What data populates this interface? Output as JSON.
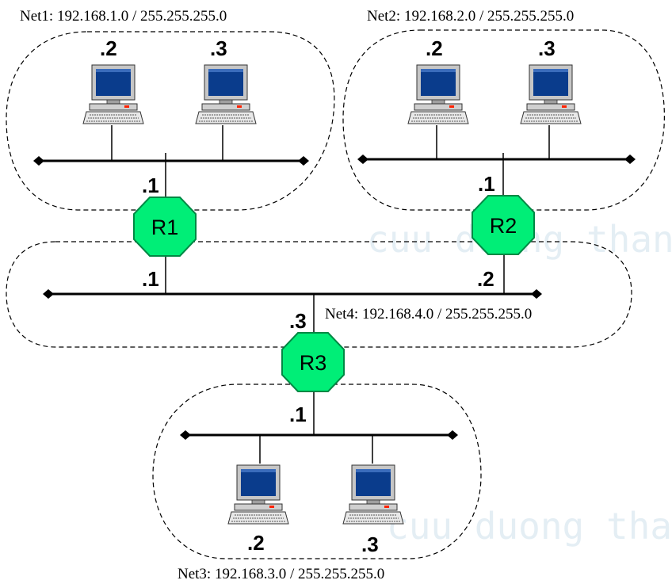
{
  "watermark": {
    "top": "cuu duong than",
    "bottom": "cuu duong than"
  },
  "networks": [
    {
      "id": "net1",
      "label": "Net1: 192.168.1.0 / 255.255.255.0",
      "interface_label": ".1",
      "hosts": [
        ".2",
        ".3"
      ]
    },
    {
      "id": "net2",
      "label": "Net2: 192.168.2.0 / 255.255.255.0",
      "interface_label": ".1",
      "hosts": [
        ".2",
        ".3"
      ]
    },
    {
      "id": "net3",
      "label": "Net3: 192.168.3.0 / 255.255.255.0",
      "interface_label": ".1",
      "hosts": [
        ".2",
        ".3"
      ]
    },
    {
      "id": "net4",
      "label": "Net4: 192.168.4.0 / 255.255.255.0",
      "interface_labels": [
        ".1",
        ".2",
        ".3"
      ],
      "hosts": []
    }
  ],
  "routers": [
    {
      "label": "R1",
      "connects": [
        "Net1",
        "Net4"
      ]
    },
    {
      "label": "R2",
      "connects": [
        "Net2",
        "Net4"
      ]
    },
    {
      "label": "R3",
      "connects": [
        "Net4",
        "Net3"
      ]
    }
  ],
  "colors": {
    "router_fill": "#00ee77",
    "router_stroke": "#008844",
    "monitor_screen": "#0a3c8c",
    "device_body": "#c6c6c6",
    "watermark": "#e4eef4"
  },
  "icons": {
    "host": "desktop-computer-icon",
    "router": "router-octagon-icon"
  }
}
